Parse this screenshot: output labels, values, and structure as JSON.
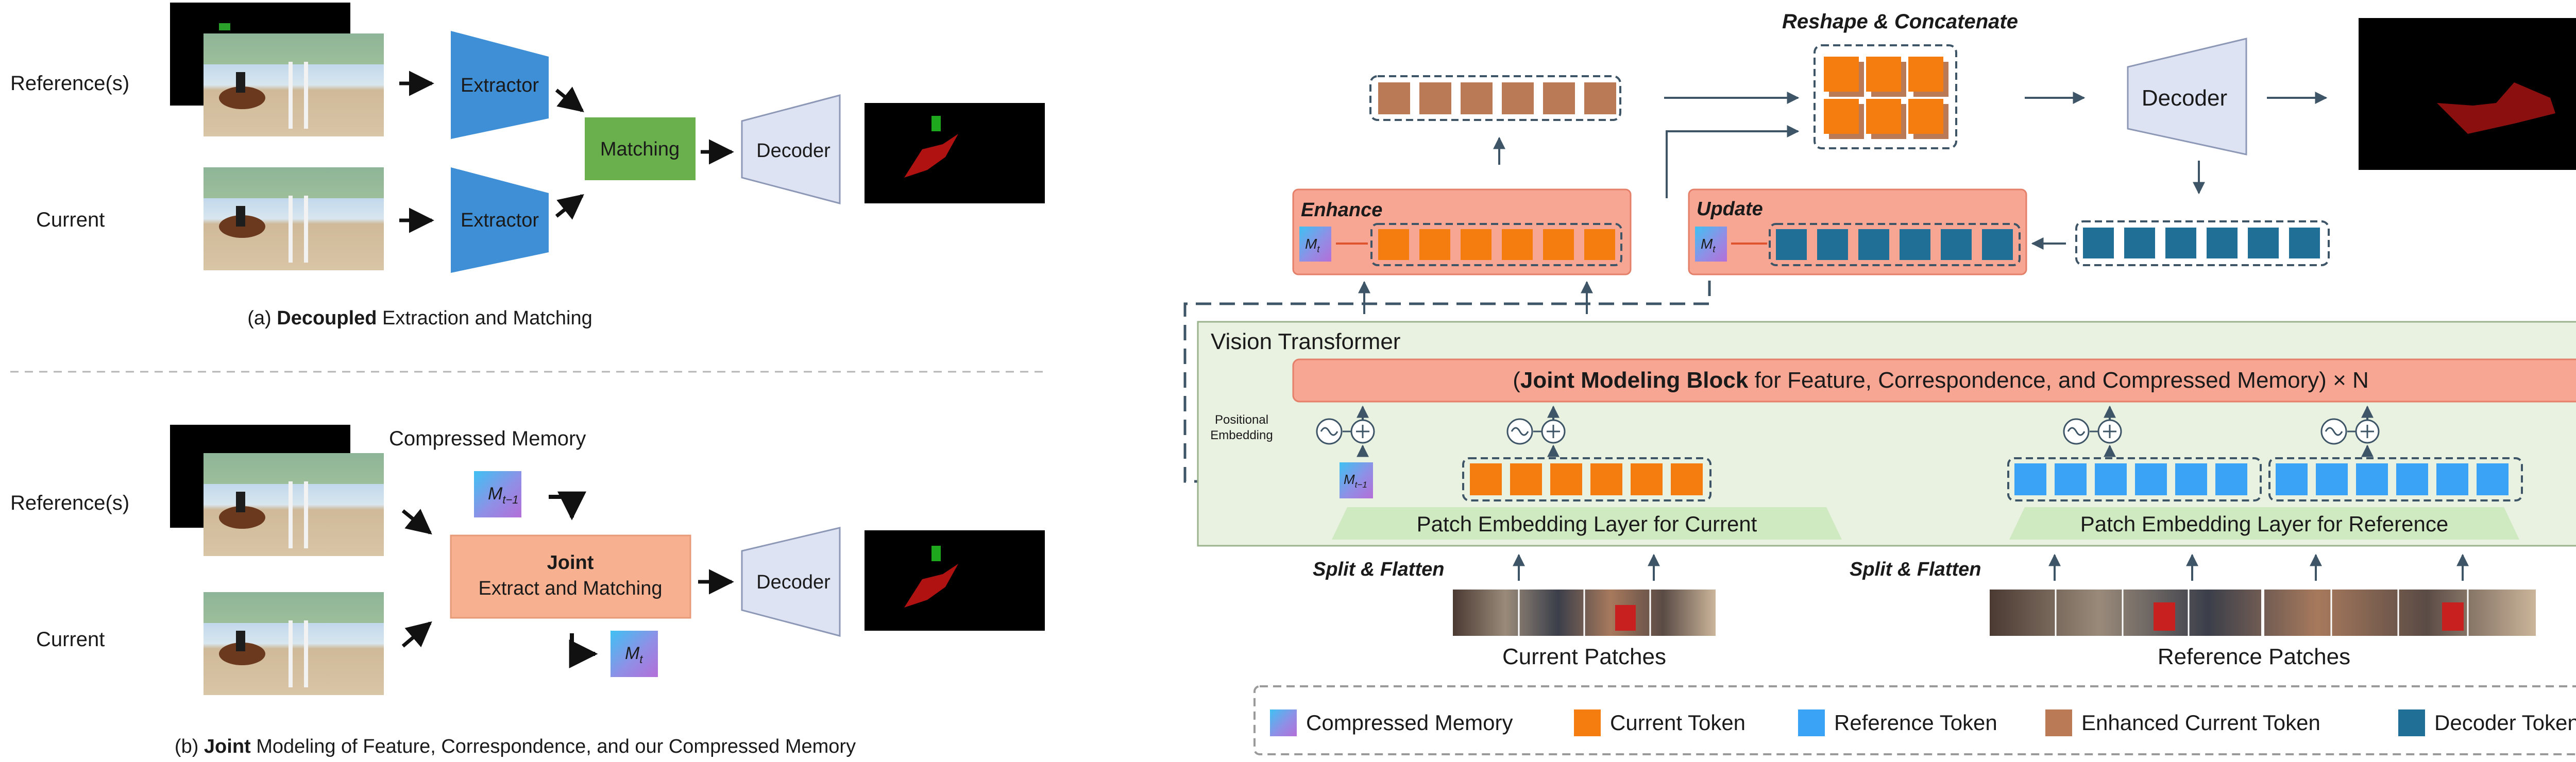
{
  "panel_a": {
    "label_reference": "Reference(s)",
    "label_current": "Current",
    "extractor_top": "Extractor",
    "extractor_bottom": "Extractor",
    "matching": "Matching",
    "decoder": "Decoder",
    "caption_prefix": "(a) ",
    "caption_bold": "Decoupled",
    "caption_rest": " Extraction and Matching"
  },
  "panel_b": {
    "label_reference": "Reference(s)",
    "label_current": "Current",
    "compressed_memory": "Compressed Memory",
    "joint_line1": "Joint",
    "joint_line2": "Extract and Matching",
    "decoder": "Decoder",
    "mem_prev": "M",
    "mem_prev_sub": "t−1",
    "mem_cur": "M",
    "mem_cur_sub": "t",
    "caption_prefix": "(b) ",
    "caption_bold": "Joint",
    "caption_rest": " Modeling of Feature, Correspondence, and our Compressed Memory"
  },
  "right": {
    "reshape_concat": "Reshape & Concatenate",
    "decoder": "Decoder",
    "enhance": "Enhance",
    "update": "Update",
    "mem": "M",
    "mem_sub": "t",
    "mem_prev": "M",
    "mem_prev_sub": "t−1",
    "vit_title": "Vision Transformer",
    "jmb_open": "(",
    "jmb_bold": "Joint Modeling Block",
    "jmb_rest": "  for Feature, Correspondence, and Compressed Memory) × N",
    "positional_line1": "Positional",
    "positional_line2": "Embedding",
    "patch_current": "Patch Embedding Layer for Current",
    "patch_reference": "Patch Embedding Layer for Reference",
    "split_flatten_1": "Split & Flatten",
    "split_flatten_2": "Split & Flatten",
    "current_patches": "Current Patches",
    "reference_patches": "Reference Patches"
  },
  "legend": {
    "items": [
      {
        "label": "Compressed Memory",
        "color": "gradient"
      },
      {
        "label": "Current Token",
        "color": "#f57c0f"
      },
      {
        "label": "Reference Token",
        "color": "#3aa3f5"
      },
      {
        "label": "Enhanced Current Token",
        "color": "#b97a55"
      },
      {
        "label": "Decoder Token",
        "color": "#1f6f96"
      }
    ]
  },
  "colors": {
    "extractor": "#3f8fd6",
    "matching": "#6ab04c",
    "decoder": "#dde3f3",
    "joint_box": "#f7b191",
    "salmon": "#f7a694",
    "vit_bg": "#e9f1e1",
    "patch_layer": "#d3ecc7",
    "current_token": "#f57c0f",
    "reference_token": "#3aa3f5",
    "enhanced_token": "#b97a55",
    "decoder_token": "#1f6f96"
  }
}
